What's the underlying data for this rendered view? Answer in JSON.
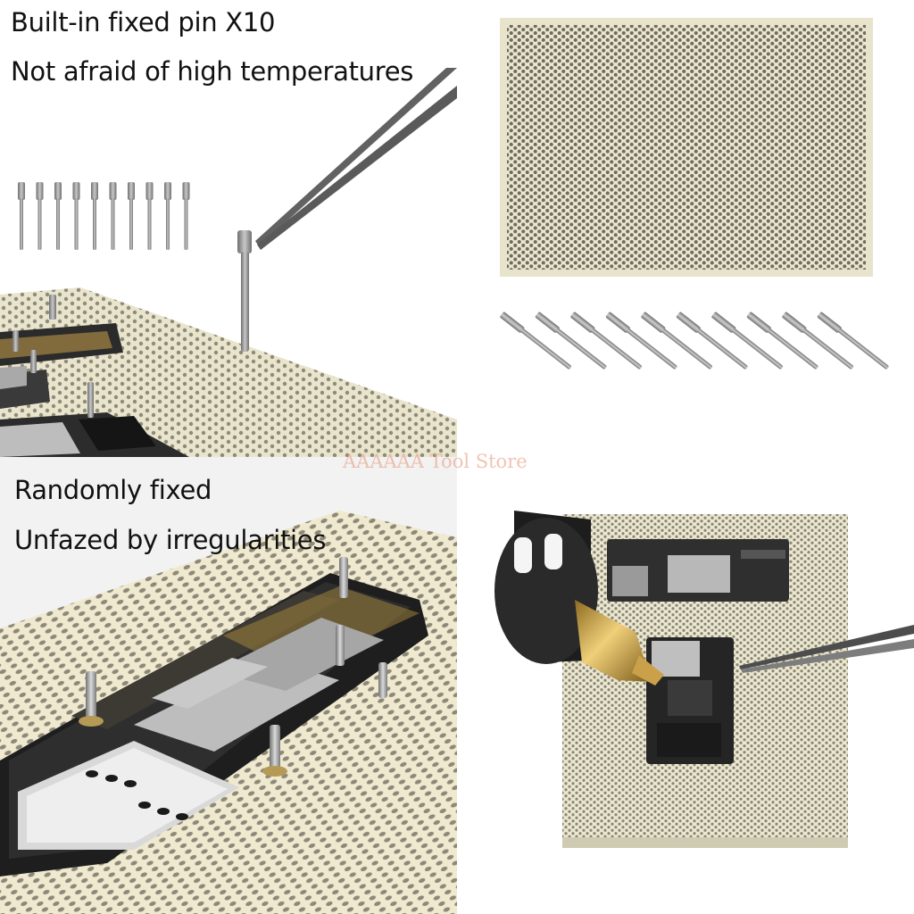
{
  "panels": {
    "top_left": {
      "caption_line1": "Built-in fixed pin X10",
      "caption_line2": "Not afraid of high temperatures"
    },
    "bottom_left": {
      "caption_line1": "Randomly fixed",
      "caption_line2": "Unfazed by irregularities"
    }
  },
  "watermark": "AAAAAA Tool Store",
  "colors": {
    "board_cream": "#ece7cf",
    "board_hole": "#8f8a7a",
    "pin_metal": "#9a9a9a",
    "pcb_dark": "#2a2a2a",
    "gold_nozzle": "#c79a3a"
  }
}
